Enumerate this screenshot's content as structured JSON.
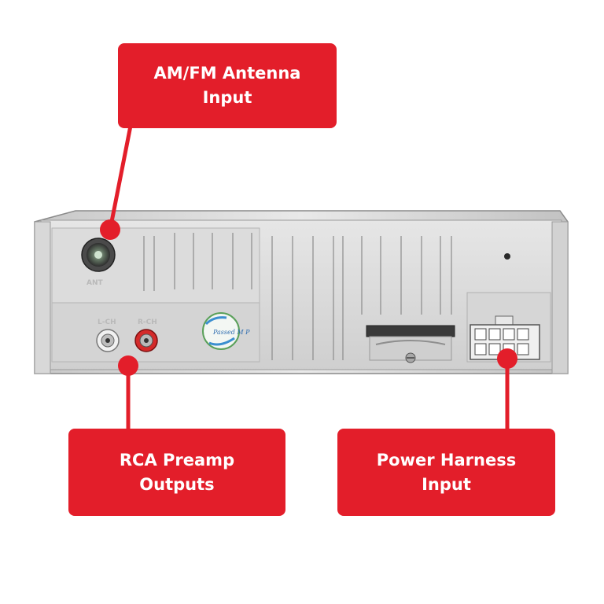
{
  "callouts": {
    "antenna": {
      "line1": "AM/FM Antenna",
      "line2": "Input"
    },
    "rca": {
      "line1": "RCA Preamp",
      "line2": "Outputs"
    },
    "power": {
      "line1": "Power Harness",
      "line2": "Input"
    }
  },
  "panel_labels": {
    "ant": "ANT",
    "left_channel": "L-CH",
    "right_channel": "R-CH"
  },
  "sticker_text": "Passed M P",
  "colors": {
    "callout_red": "#e31e2a",
    "panel_grey": "#d9d9d9",
    "rca_right_red": "#d42a2a"
  }
}
